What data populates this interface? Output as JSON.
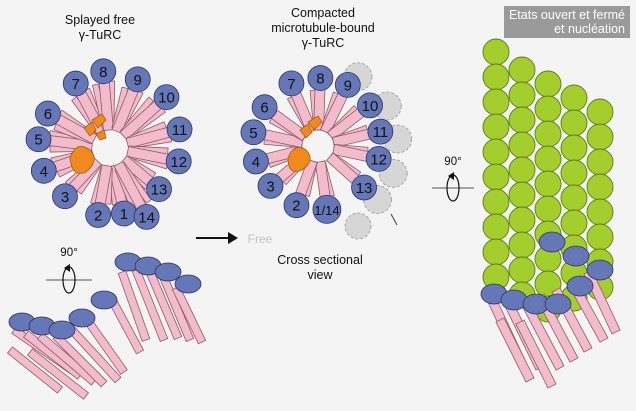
{
  "titles": {
    "left_line1": "Splayed free",
    "left_line2": "γ-TuRC",
    "mid_line1": "Compacted",
    "mid_line2": "microtubule-bound",
    "mid_line3": "γ-TuRC"
  },
  "badge": {
    "line1": "Etats ouvert et fermé",
    "line2": "et nucléation"
  },
  "rotation_label": "90°",
  "free_label": "Free",
  "cross_section_line1": "Cross sectional",
  "cross_section_line2": "view",
  "left_ring_labels": [
    "1",
    "2",
    "3",
    "4",
    "5",
    "6",
    "7",
    "8",
    "9",
    "10",
    "11",
    "12",
    "13",
    "14"
  ],
  "mid_ring_labels": [
    "1/14",
    "2",
    "3",
    "4",
    "5",
    "6",
    "7",
    "8",
    "9",
    "10",
    "11",
    "12",
    "13"
  ],
  "colors": {
    "background": "#f4f4f4",
    "gamma_tubulin": "#6677b8",
    "gcp_spokes": "#f2bccd",
    "gcp_outline": "#8e5a6c",
    "actin_like": "#f08a1e",
    "tubulin": "#a4cd2e",
    "free_state": "#d6d6d6",
    "badge_bg": "#9a9a9a"
  }
}
